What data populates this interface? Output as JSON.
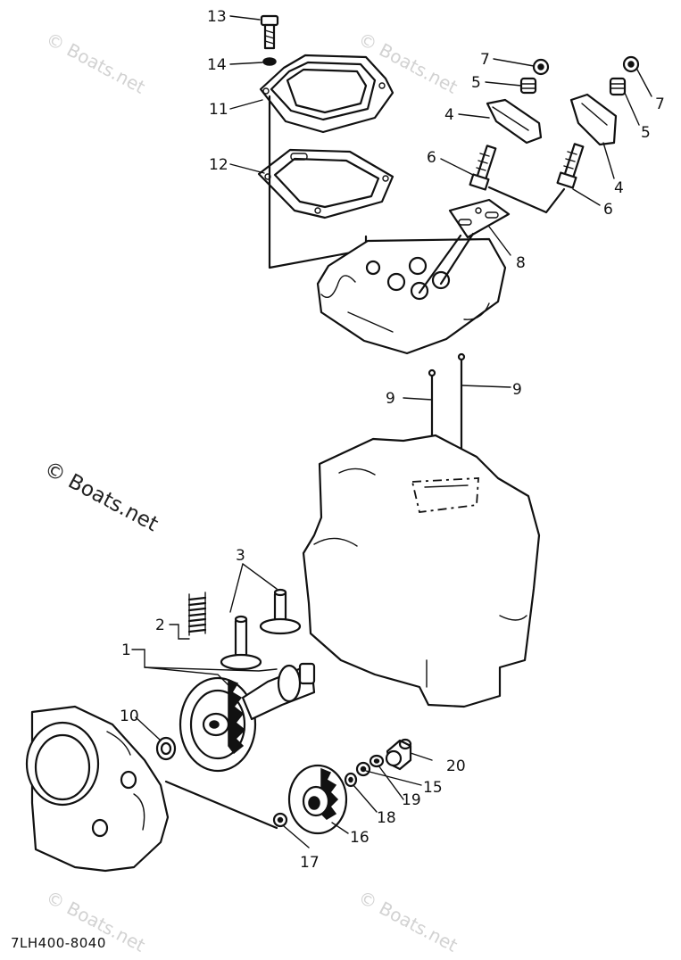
{
  "diagram": {
    "part_code": "7LH400-8040",
    "watermark_main": "© Boats.net",
    "watermark_faint": "© Boats.net",
    "callouts": {
      "c1": "1",
      "c2": "2",
      "c3": "3",
      "c4a": "4",
      "c4b": "4",
      "c5a": "5",
      "c5b": "5",
      "c6a": "6",
      "c6b": "6",
      "c7a": "7",
      "c7b": "7",
      "c8": "8",
      "c9a": "9",
      "c9b": "9",
      "c10": "10",
      "c11": "11",
      "c12": "12",
      "c13": "13",
      "c14": "14",
      "c15": "15",
      "c16": "16",
      "c17": "17",
      "c18": "18",
      "c19": "19",
      "c20": "20"
    },
    "colors": {
      "line": "#111111",
      "background": "#ffffff",
      "watermark": "#d2d2d2"
    }
  }
}
